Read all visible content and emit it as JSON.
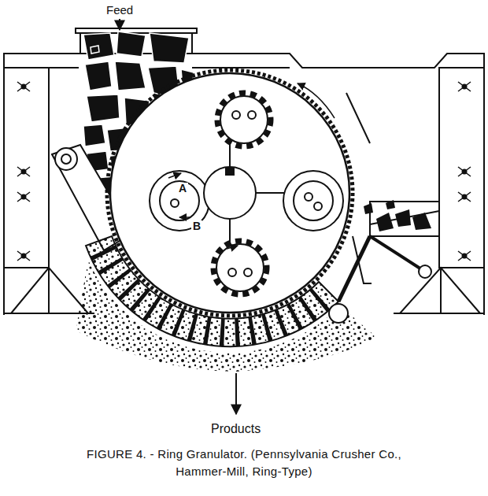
{
  "diagram": {
    "caption": "FIGURE 4. - Ring Granulator. (Pennsylvania Crusher Co., Hammer-Mill, Ring-Type)",
    "labels": [
      "Feed",
      "A",
      "B",
      "Products"
    ]
  }
}
